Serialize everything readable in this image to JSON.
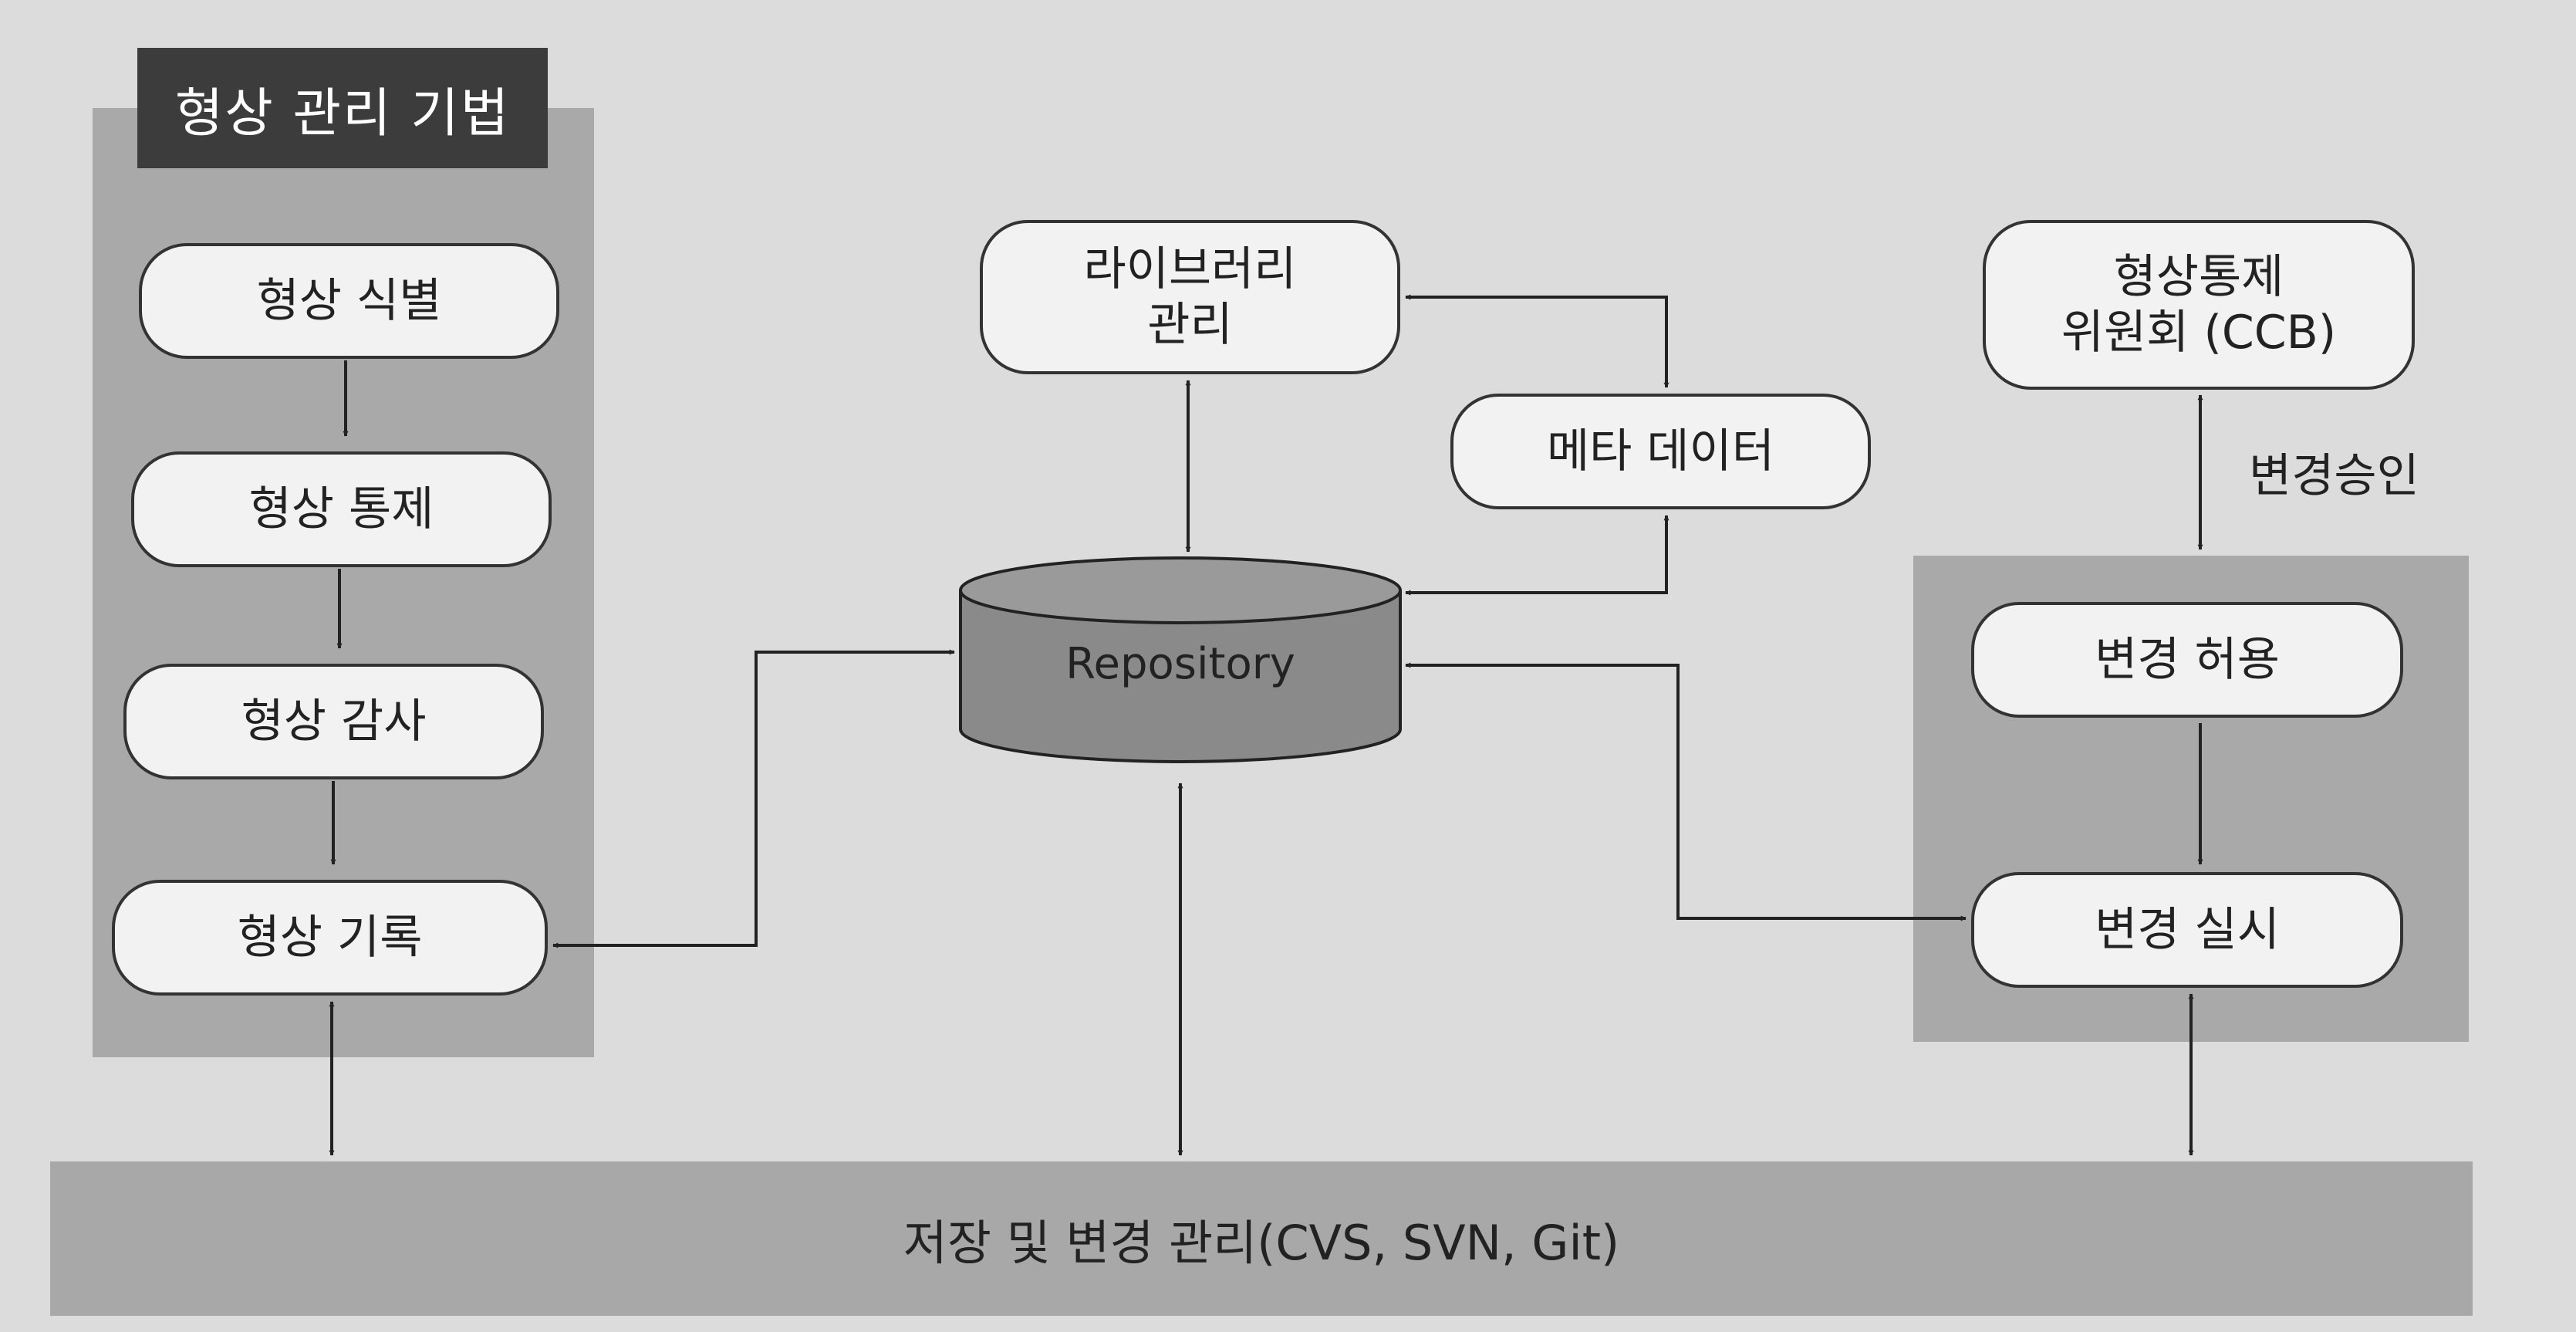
{
  "colors": {
    "background": "#dcdcdc",
    "panel": "#a9a9a9",
    "title_fill": "#3c3c3c",
    "node_fill": "#f2f2f2",
    "repository_fill": "#8a8a8a",
    "line": "#222222"
  },
  "left_panel": {
    "title": "형상 관리 기법",
    "steps": [
      "형상 식별",
      "형상 통제",
      "형상 감사",
      "형상 기록"
    ]
  },
  "center": {
    "library": "라이브러리\n관리",
    "metadata": "메타 데이터",
    "repository": "Repository"
  },
  "right_panel": {
    "ccb": "형상통제\n위원회 (CCB)",
    "approval_label": "변경승인",
    "allow": "변경 허용",
    "execute": "변경 실시"
  },
  "bottom_bar": "저장 및 변경 관리(CVS, SVN, Git)"
}
